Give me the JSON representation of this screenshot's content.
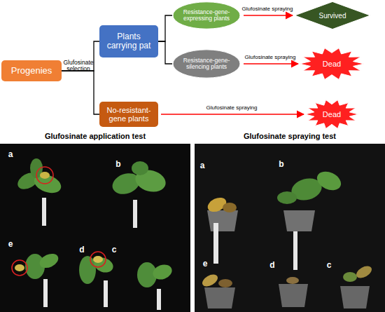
{
  "diagram": {
    "nodes": [
      {
        "text": [
          "Progenies"
        ]
      },
      {
        "text": [
          "Plants carrying pat"
        ]
      },
      {
        "text": [
          "Resistance-gene-expressing plants"
        ]
      },
      {
        "text": [
          "Resistance-gene-silencing plants"
        ]
      },
      {
        "text": [
          "No-resistant-gene plants"
        ]
      },
      {
        "text": [
          "Survived"
        ]
      },
      {
        "text": [
          "Dead"
        ]
      },
      {
        "text": [
          "Dead"
        ]
      }
    ],
    "edges": [
      {
        "from": 0,
        "to": 1,
        "label": "Glufosinate selection",
        "arrow": "none"
      },
      {
        "from": 0,
        "to": 4,
        "arrow": "none"
      },
      {
        "from": 1,
        "to": 2,
        "arrow": "none"
      },
      {
        "from": 1,
        "to": 3,
        "arrow": "none"
      },
      {
        "from": 2,
        "to": 5,
        "label": "Glufosinate spraying",
        "arrow": "to"
      },
      {
        "from": 3,
        "to": 6,
        "label": "Glufosinate spraying",
        "arrow": "to"
      },
      {
        "from": 4,
        "to": 7,
        "label": "Glufosinate spraying",
        "arrow": "to"
      }
    ],
    "labels": [
      "Glufosinate application test",
      "Glufosinate spraying test",
      "a",
      "b",
      "c",
      "d",
      "e",
      "a",
      "b",
      "c",
      "d",
      "e"
    ]
  }
}
